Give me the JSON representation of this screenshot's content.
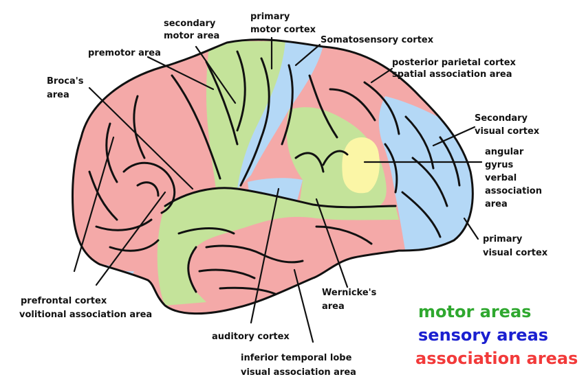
{
  "labels": {
    "secondary_motor_area": [
      "secondary",
      "motor area"
    ],
    "primary_motor_cortex": [
      "primary",
      "motor cortex"
    ],
    "somatosensory_cortex": [
      "Somatosensory cortex"
    ],
    "premotor_area": [
      "premotor area"
    ],
    "posterior_parietal_cortex": [
      "posterior parietal cortex",
      "spatial association area"
    ],
    "brocas_area": [
      "Broca's",
      "area"
    ],
    "secondary_visual_cortex": [
      "Secondary",
      "visual cortex"
    ],
    "angular_gyrus": [
      "angular",
      "gyrus",
      "verbal",
      "association",
      "area"
    ],
    "primary_visual_cortex": [
      "primary",
      "visual cortex"
    ],
    "prefrontal_cortex": [
      "prefrontal cortex",
      "volitional association area"
    ],
    "wernickes_area": [
      "Wernicke's",
      "area"
    ],
    "auditory_cortex": [
      "auditory cortex"
    ],
    "inferior_temporal_lobe": [
      "inferior temporal lobe",
      "visual association area"
    ]
  },
  "legend": {
    "motor": "motor areas",
    "sensory": "sensory areas",
    "association": "association areas"
  },
  "colors": {
    "motor": "#c4e39a",
    "sensory": "#b4d8f6",
    "association": "#f4a9a8",
    "angular": "#fbf6a6",
    "legend_motor": "#2fa82f",
    "legend_sensory": "#1a1fd0",
    "legend_association": "#f23a3a",
    "outline": "#111111"
  }
}
